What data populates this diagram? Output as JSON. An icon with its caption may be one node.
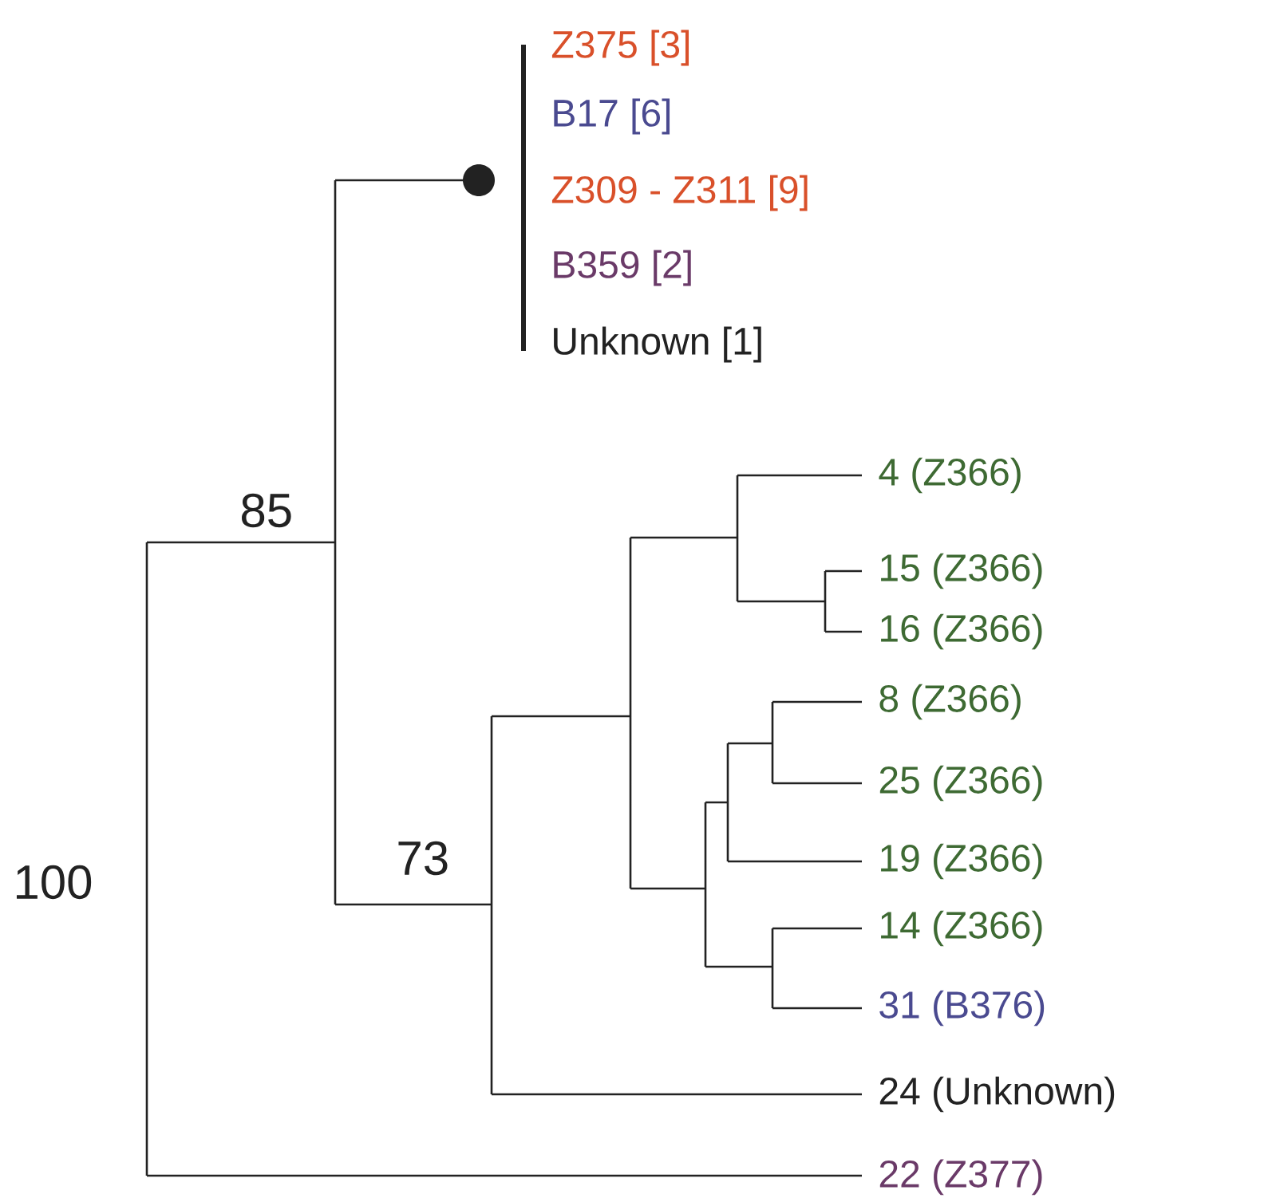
{
  "diagram": {
    "labels": [
      "Z375 [3]",
      "B17 [6]",
      "Z309 - Z311 [9]",
      "B359 [2]",
      "Unknown [1]",
      "4 (Z366)",
      "85",
      "15 (Z366)",
      "16 (Z366)",
      "8 (Z366)",
      "25 (Z366)",
      "73",
      "19 (Z366)",
      "100",
      "14 (Z366)",
      "31 (B376)",
      "24 (Unknown)",
      "22 (Z377)"
    ]
  }
}
